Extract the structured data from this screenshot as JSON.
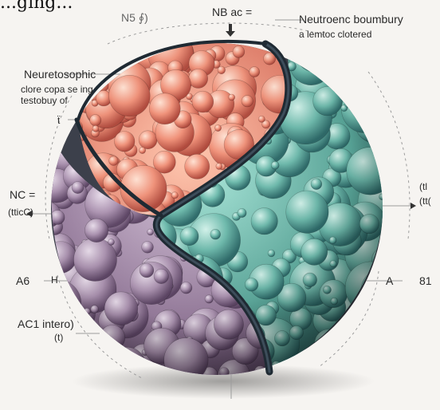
{
  "image": {
    "cropped_caption": "...ging...",
    "center_marker_top": "NB ac =",
    "top_left_marker": "N5 ∮)",
    "callout_top_right": {
      "line1": "Neutroenc boumbury",
      "line2": "a lemtoc clotered"
    },
    "callout_left": {
      "line1": "Neuretosophic",
      "line2": "clore copa se ing",
      "line3": "testobuy of"
    },
    "small_mark_left": "ẗ",
    "left_axis": {
      "line1": "NC =",
      "line2": "(tticC)"
    },
    "right_axis": {
      "line1": "(tl",
      "line2": "(tt("
    },
    "left_lower": {
      "code": "A6",
      "mark": "H"
    },
    "right_lower": {
      "code": "A",
      "tail": "81"
    },
    "bottom_left": {
      "line1": "AC1 intero)",
      "line2": "(t)"
    },
    "colors": {
      "background": "#f6f4f1",
      "salmon_hemisphere": "#e07763",
      "teal_hemisphere": "#5aa89b",
      "purple_hemisphere": "#9a7fa0",
      "boundary": "#1f2a33",
      "guide_lines": "#9c9c9c"
    },
    "icons": [
      "sphere-illustration",
      "arrow-down-icon",
      "arrow-left-icon",
      "arrow-right-icon"
    ]
  }
}
